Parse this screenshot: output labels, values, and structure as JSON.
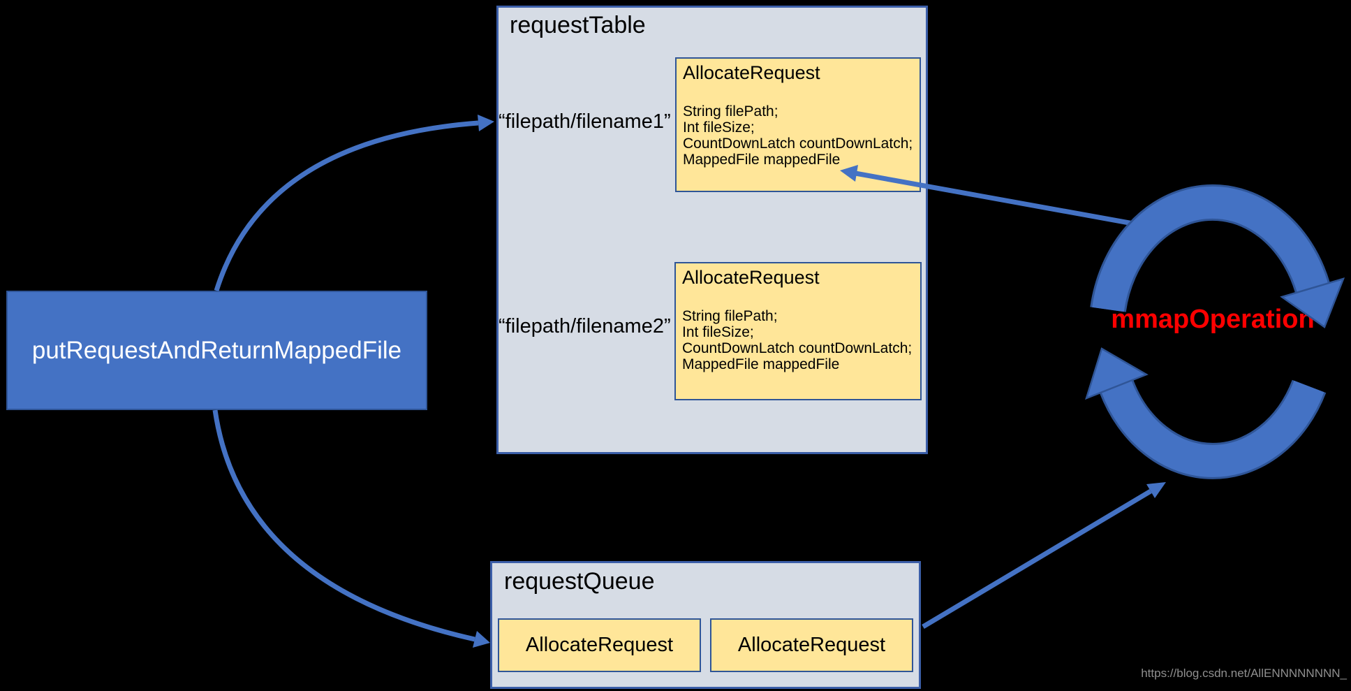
{
  "colors": {
    "background": "#000000",
    "accent_blue": "#4472C4",
    "accent_blue_dark": "#2F5597",
    "container_fill": "#D6DCE5",
    "container_border": "#3B5EA8",
    "item_fill": "#FFE699",
    "highlight_red": "#FF0000",
    "watermark_gray": "#8F8F8F"
  },
  "main_box": {
    "label": "putRequestAndReturnMappedFile"
  },
  "request_table": {
    "title": "requestTable",
    "entries": [
      {
        "key": "“filepath/filename1”",
        "object": {
          "title": "AllocateRequest",
          "fields": [
            "String filePath;",
            "Int fileSize;",
            "CountDownLatch countDownLatch;",
            "MappedFile mappedFile"
          ]
        }
      },
      {
        "key": "“filepath/filename2”",
        "object": {
          "title": "AllocateRequest",
          "fields": [
            "String filePath;",
            "Int fileSize;",
            "CountDownLatch countDownLatch;",
            "MappedFile mappedFile"
          ]
        }
      }
    ]
  },
  "request_queue": {
    "title": "requestQueue",
    "items": [
      "AllocateRequest",
      "AllocateRequest"
    ]
  },
  "cycle": {
    "label": "mmapOperation",
    "icon": "circular-arrows-icon"
  },
  "watermark": "https://blog.csdn.net/AllENNNNNNNN_"
}
